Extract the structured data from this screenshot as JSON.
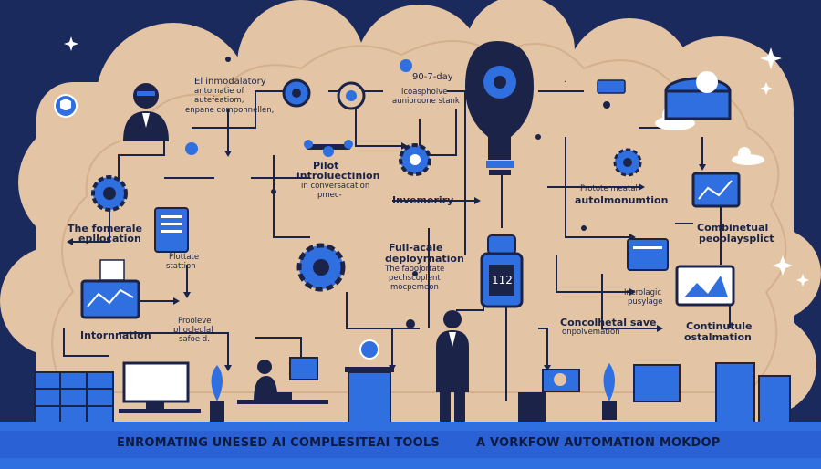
{
  "labels": {
    "intro_title": "El inmodalatory",
    "intro_line1": "antomatie of",
    "intro_line2": "autefeatiom,",
    "intro_line3": "enpane componnellen,",
    "day_title": "90-7-day",
    "day_line1": "icoasphoive",
    "day_line2": "aunioroone stank",
    "pilot_title": "Pilot",
    "pilot_line1": "introluectinion",
    "pilot_line2": "in conversacation",
    "pilot_line3": "pmec-",
    "inventory": "Invemeriry",
    "general_line1": "The fomerale",
    "general_line2": "epllocation",
    "plotate_line1": "Plottate",
    "plotate_line2": "stattion",
    "fullscale_line1": "Full-acale",
    "fullscale_line2": "deployrnation",
    "fullscale_line3": "The faoojortate",
    "fullscale_line4": "pechscoplent",
    "fullscale_line5": "mocpemeon",
    "protote_line1": "Protote meatal",
    "protote_line2": "autolmonumtion",
    "combined_line1": "Combinetual",
    "combined_line2": "peoplaysplict",
    "incrologic_line1": "Incrolagic",
    "incrologic_line2": "pusylage",
    "information": "Intornnation",
    "prooleve_line1": "Prooleve",
    "prooleve_line2": "phocleglal",
    "prooleve_line3": "safoe d.",
    "concolhedal_line1": "Concolhetal save",
    "concolhedal_line2": "onpolvemation",
    "continuous_line1": "Continutule",
    "continuous_line2": "ostalmation",
    "robot_code": "112"
  },
  "footer": {
    "left": "ENROMATING UNESED  AI COMPLESITEAI TOOLS",
    "right": "A VORKFOW AUTOMATION MOKDOP"
  },
  "colors": {
    "navy": "#1b2a5c",
    "cloud": "#e3c4a4",
    "blue": "#2f6fe0",
    "ink": "#1b2448"
  }
}
